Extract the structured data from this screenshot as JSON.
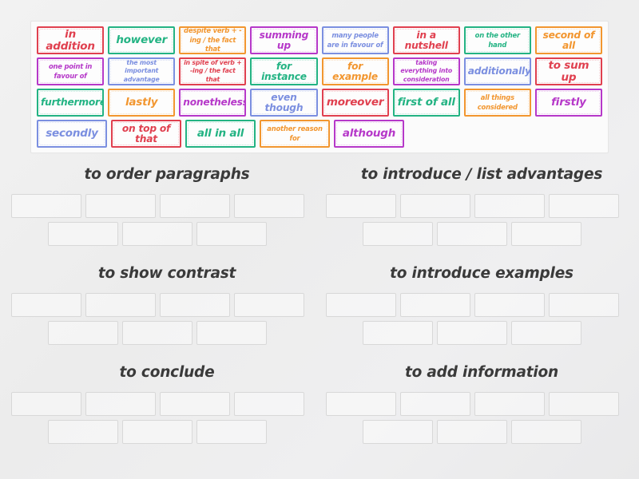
{
  "word_bank": {
    "name": "word-bank",
    "rows": [
      [
        {
          "text": "in addition",
          "color": "red",
          "size": "lg"
        },
        {
          "text": "however",
          "color": "green",
          "size": "lg"
        },
        {
          "text": "despite verb + -ing / the fact that",
          "color": "orange",
          "size": "sm"
        },
        {
          "text": "summing up",
          "color": "purple",
          "size": "md"
        },
        {
          "text": "many people are in favour of",
          "color": "blue",
          "size": "sm"
        },
        {
          "text": "in a nutshell",
          "color": "red",
          "size": "md"
        },
        {
          "text": "on the other hand",
          "color": "green",
          "size": "sm"
        },
        {
          "text": "second of all",
          "color": "orange",
          "size": "md"
        }
      ],
      [
        {
          "text": "one point in favour of",
          "color": "purple",
          "size": "sm"
        },
        {
          "text": "the most important advantage",
          "color": "blue",
          "size": "xs"
        },
        {
          "text": "in spite of verb + -ing / the fact that",
          "color": "red",
          "size": "xs"
        },
        {
          "text": "for instance",
          "color": "green",
          "size": "md"
        },
        {
          "text": "for example",
          "color": "orange",
          "size": "md"
        },
        {
          "text": "taking everything into consideration",
          "color": "purple",
          "size": "xs"
        },
        {
          "text": "additionally",
          "color": "blue",
          "size": "md"
        },
        {
          "text": "to sum up",
          "color": "red",
          "size": "lg"
        }
      ],
      [
        {
          "text": "furthermore",
          "color": "green",
          "size": "md"
        },
        {
          "text": "lastly",
          "color": "orange",
          "size": "lg"
        },
        {
          "text": "nonetheless",
          "color": "purple",
          "size": "md"
        },
        {
          "text": "even though",
          "color": "blue",
          "size": "md"
        },
        {
          "text": "moreover",
          "color": "red",
          "size": "lg"
        },
        {
          "text": "first of all",
          "color": "green",
          "size": "lg"
        },
        {
          "text": "all things considered",
          "color": "orange",
          "size": "sm"
        },
        {
          "text": "firstly",
          "color": "purple",
          "size": "lg"
        }
      ],
      [
        {
          "text": "secondly",
          "color": "blue",
          "size": "lg"
        },
        {
          "text": "on top of that",
          "color": "red",
          "size": "md"
        },
        {
          "text": "all in all",
          "color": "green",
          "size": "lg"
        },
        {
          "text": "another reason for",
          "color": "orange",
          "size": "sm"
        },
        {
          "text": "although",
          "color": "purple",
          "size": "lg"
        }
      ]
    ]
  },
  "groups": [
    {
      "title": "to order paragraphs",
      "slots_row1": 4,
      "slots_row2": 3
    },
    {
      "title": "to introduce / list advantages",
      "slots_row1": 4,
      "slots_row2": 3
    },
    {
      "title": "to show contrast",
      "slots_row1": 4,
      "slots_row2": 3
    },
    {
      "title": "to introduce examples",
      "slots_row1": 4,
      "slots_row2": 3
    },
    {
      "title": "to conclude",
      "slots_row1": 4,
      "slots_row2": 3
    },
    {
      "title": "to add information",
      "slots_row1": 4,
      "slots_row2": 3
    }
  ],
  "colors": {
    "red": "#e0404f",
    "green": "#23b383",
    "orange": "#f2962f",
    "purple": "#b638c9",
    "blue": "#7b8fe0",
    "slot_border": "#d8d8d8",
    "panel_bg": "#fbfbfb",
    "title_text": "#3a3a3a"
  }
}
